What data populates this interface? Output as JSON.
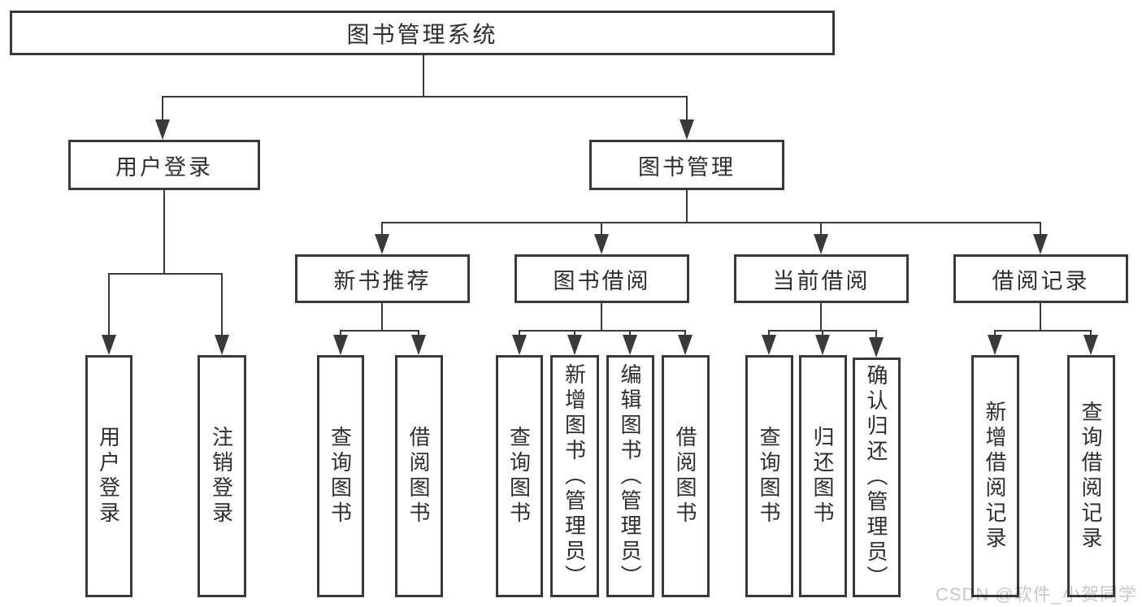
{
  "diagram": {
    "title": "图书管理系统",
    "root": {
      "label": "图书管理系统"
    },
    "branches": [
      {
        "label": "用户登录",
        "leaves": [
          "用户登录",
          "注销登录"
        ]
      },
      {
        "label": "图书管理",
        "children": [
          {
            "label": "新书推荐",
            "leaves": [
              "查询图书",
              "借阅图书"
            ]
          },
          {
            "label": "图书借阅",
            "leaves": [
              "查询图书",
              "新增图书（管理员）",
              "编辑图书（管理员）",
              "借阅图书"
            ]
          },
          {
            "label": "当前借阅",
            "leaves": [
              "查询图书",
              "归还图书",
              "确认归还（管理员）"
            ]
          },
          {
            "label": "借阅记录",
            "leaves": [
              "新增借阅记录",
              "查询借阅记录"
            ]
          }
        ]
      }
    ]
  },
  "watermark": {
    "text": "CSDN @软件_小贺同学",
    "color": "#c5c8cc"
  },
  "colors": {
    "line": "#3a3a3a",
    "box_border": "#3a3a3a",
    "box_fill": "#ffffff",
    "text": "#2e2e2e",
    "background": "#ffffff"
  }
}
